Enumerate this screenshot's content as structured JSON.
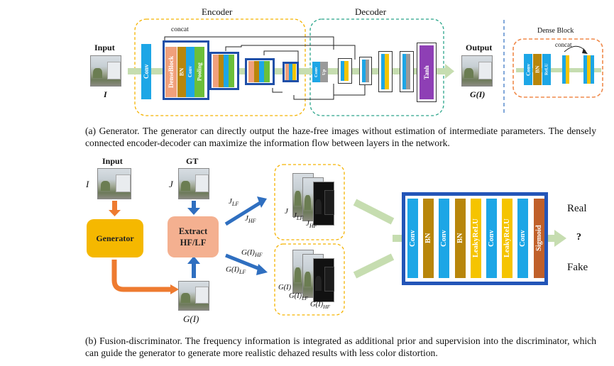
{
  "generator": {
    "input_label": "Input",
    "input_symbol": "I",
    "output_label": "Output",
    "output_symbol": "G(I)",
    "encoder_label": "Encoder",
    "decoder_label": "Decoder",
    "concat_label": "concat",
    "layers": {
      "conv": "Conv",
      "denseblock": "DenseBlock",
      "bn": "BN",
      "pooling": "Pooling",
      "up": "Up",
      "tanh": "Tanh",
      "relu": "ReLU"
    },
    "dense_block": {
      "title": "Dense Block",
      "concat_label": "concat"
    }
  },
  "caption_a": "(a) Generator. The generator can directly output the haze-free images without estimation of intermediate parameters. The densely connected encoder-decoder can maximize the information flow between layers in the network.",
  "fusion": {
    "input_label": "Input",
    "input_symbol": "I",
    "gt_label": "GT",
    "gt_symbol": "J",
    "generator_label": "Generator",
    "extract_label": "Extract HF/LF",
    "gi_symbol": "G(I)",
    "j_lf": "J_LF",
    "j_hf": "J_HF",
    "gi_hf": "G(I)_HF",
    "gi_lf": "G(I)_LF",
    "stack_top": [
      "J",
      "J_LF",
      "J_HF"
    ],
    "stack_bottom": [
      "G(I)",
      "G(I)_LF",
      "G(I)_HF"
    ],
    "disc_layers": [
      "Conv",
      "BN",
      "Conv",
      "BN",
      "LeakyReLU",
      "Conv",
      "LeakyReLU",
      "Conv",
      "Sigmoid"
    ],
    "real_label": "Real",
    "question_label": "?",
    "fake_label": "Fake"
  },
  "caption_b": "(b) Fusion-discriminator. The frequency information is integrated as additional prior and supervision into the discriminator, which can guide the generator to generate more realistic dehazed results with less color distortion.",
  "colors": {
    "conv": "#1da6e6",
    "bn": "#b8860b",
    "relu_green": "#6cbf3a",
    "denseblock": "#f0a07c",
    "yellow": "#f5c400",
    "gray": "#9a9a9a",
    "tanh": "#8e3fb5",
    "sigmoid": "#c0602a",
    "generator_box": "#f5b800",
    "extract_box": "#f4b090",
    "arrow_orange": "#ee7b30",
    "arrow_blue": "#2f6fc0",
    "arrow_green": "#c6ddb0",
    "dashed_yellow": "#f5b300",
    "dashed_teal": "#2aa58a",
    "dashed_orange": "#f08a4b",
    "disc_frame": "#2355b8"
  }
}
